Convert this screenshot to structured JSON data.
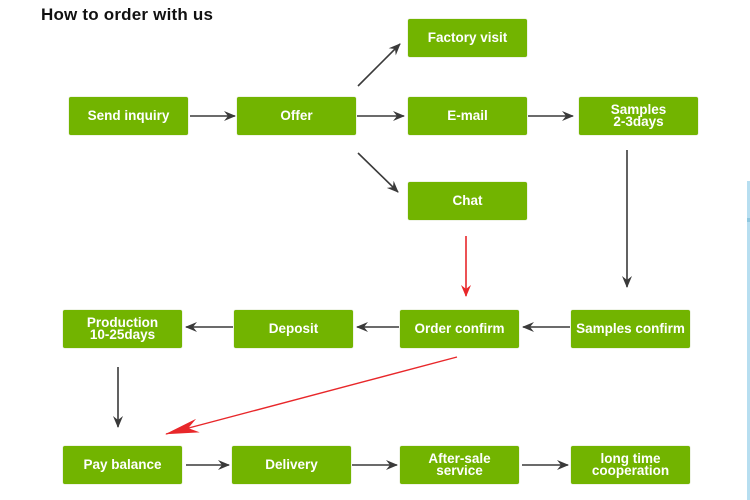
{
  "title": "How to order with us",
  "colors": {
    "box_fill": "#72b400",
    "box_text": "#ffffff",
    "arrow_dark": "#3a3a3a",
    "arrow_red": "#e8272a",
    "side_line": "#b7def0"
  },
  "steps": {
    "send_inquiry": "Send inquiry",
    "offer": "Offer",
    "factory_visit": "Factory visit",
    "email": "E-mail",
    "chat": "Chat",
    "samples": "Samples\n2-3days",
    "samples_confirm": "Samples confirm",
    "order_confirm": "Order confirm",
    "deposit": "Deposit",
    "production": "Production\n10-25days",
    "pay_balance": "Pay balance",
    "delivery": "Delivery",
    "after_sale": "After-sale\nservice",
    "long_time": "long time\ncooperation"
  },
  "connections": [
    {
      "from": "send_inquiry",
      "to": "offer",
      "color": "dark"
    },
    {
      "from": "offer",
      "to": "factory_visit",
      "color": "dark"
    },
    {
      "from": "offer",
      "to": "email",
      "color": "dark"
    },
    {
      "from": "offer",
      "to": "chat",
      "color": "dark"
    },
    {
      "from": "email",
      "to": "samples",
      "color": "dark"
    },
    {
      "from": "samples",
      "to": "samples_confirm",
      "color": "dark"
    },
    {
      "from": "chat",
      "to": "order_confirm",
      "color": "red"
    },
    {
      "from": "samples_confirm",
      "to": "order_confirm",
      "color": "dark"
    },
    {
      "from": "order_confirm",
      "to": "deposit",
      "color": "dark"
    },
    {
      "from": "deposit",
      "to": "production",
      "color": "dark"
    },
    {
      "from": "production",
      "to": "pay_balance",
      "color": "dark"
    },
    {
      "from": "order_confirm",
      "to": "pay_balance",
      "color": "red"
    },
    {
      "from": "pay_balance",
      "to": "delivery",
      "color": "dark"
    },
    {
      "from": "delivery",
      "to": "after_sale",
      "color": "dark"
    },
    {
      "from": "after_sale",
      "to": "long_time",
      "color": "dark"
    }
  ]
}
